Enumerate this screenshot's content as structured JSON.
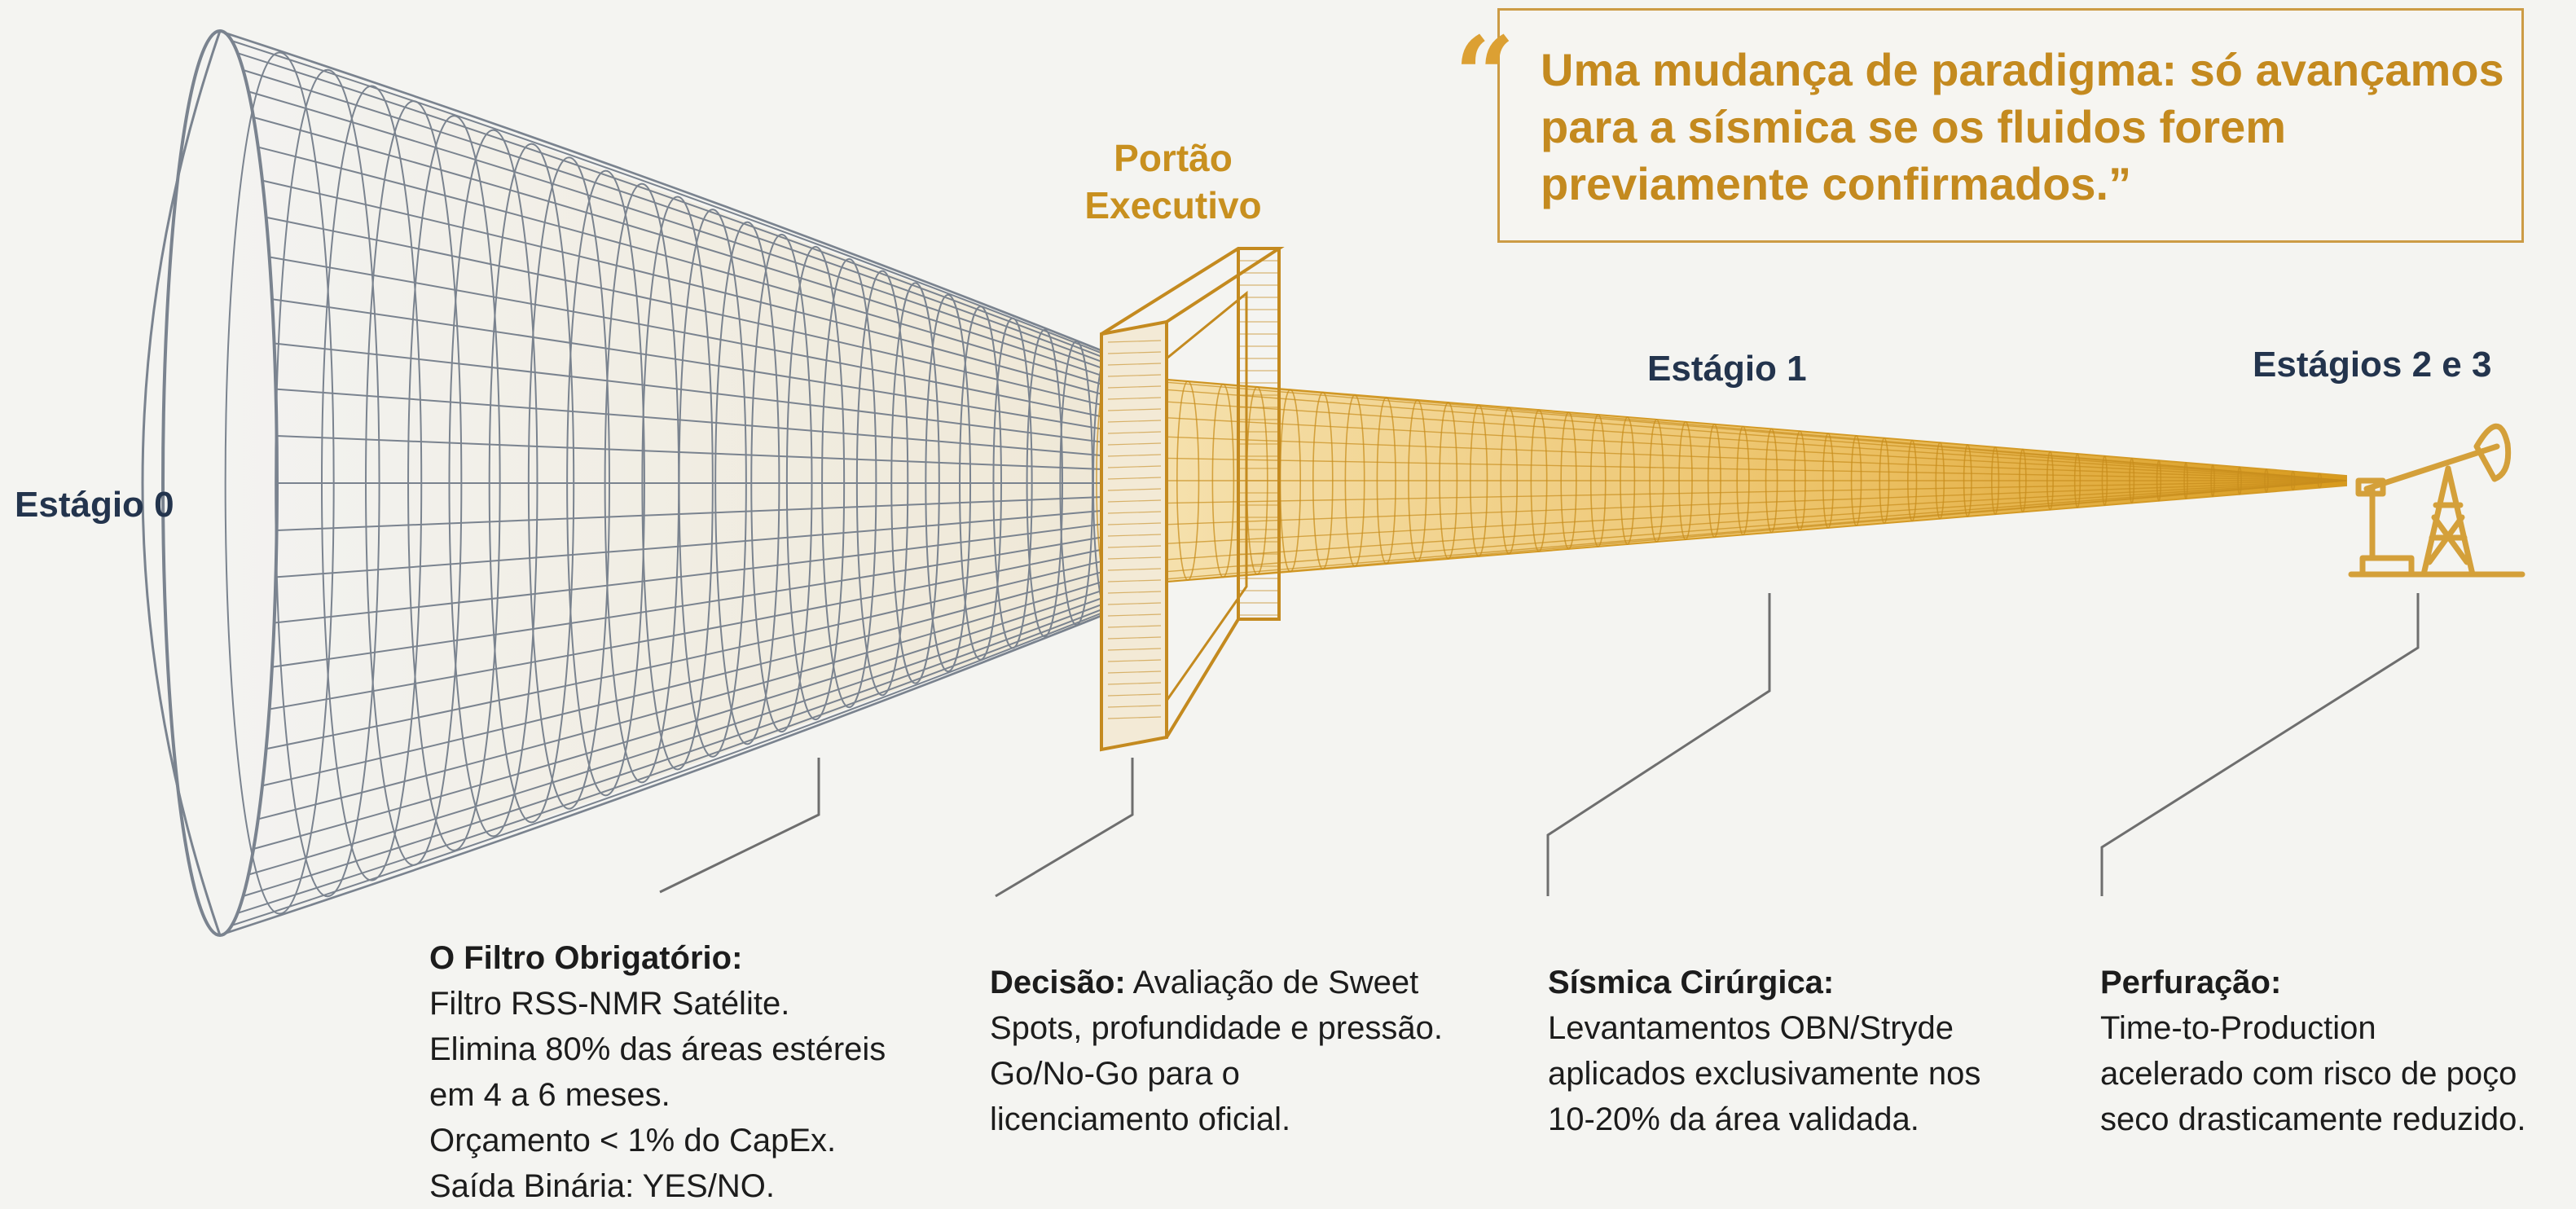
{
  "stages": {
    "stage0": "Estágio 0",
    "stage1": "Estágio 1",
    "stage23": "Estágios 2 e 3"
  },
  "gate": {
    "line1": "Portão",
    "line2": "Executivo"
  },
  "quote": {
    "mark": "“",
    "text": "Uma mudança de paradigma: só avançamos para a sísmica se os fluidos forem previamente confirmados.”"
  },
  "annotations": {
    "filter": {
      "title": "O Filtro Obrigatório:",
      "lines": [
        "Filtro RSS-NMR Satélite.",
        "Elimina 80% das áreas estéreis",
        "em 4 a 6 meses.",
        "Orçamento < 1% do CapEx.",
        "Saída Binária: YES/NO."
      ]
    },
    "decision": {
      "title": "Decisão:",
      "first": " Avaliação de Sweet",
      "lines": [
        "Spots, profundidade e pressão.",
        "Go/No-Go para o",
        "licenciamento oficial."
      ]
    },
    "seismic": {
      "title": "Sísmica Cirúrgica:",
      "lines": [
        "Levantamentos OBN/Stryde",
        "aplicados exclusivamente nos",
        "10-20% da área validada."
      ]
    },
    "drilling": {
      "title": "Perfuração:",
      "lines": [
        "Time-to-Production",
        "acelerado com risco de poço",
        "seco drasticamente reduzido."
      ]
    }
  },
  "colors": {
    "background": "#f4f4f1",
    "navy": "#23344d",
    "funnel_grey": "#7a838f",
    "gold": "#d8a63a",
    "gold_dark": "#c48a1f"
  },
  "icons": [
    "pumpjack-icon",
    "quote-icon"
  ]
}
